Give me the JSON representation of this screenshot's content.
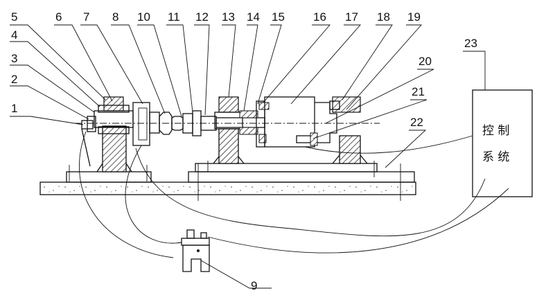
{
  "labels": [
    "1",
    "2",
    "3",
    "4",
    "5",
    "6",
    "7",
    "8",
    "9",
    "10",
    "11",
    "12",
    "13",
    "14",
    "15",
    "16",
    "17",
    "18",
    "19",
    "20",
    "21",
    "22",
    "23"
  ],
  "control_box": {
    "line1": "控 制",
    "line2": "系 统"
  }
}
